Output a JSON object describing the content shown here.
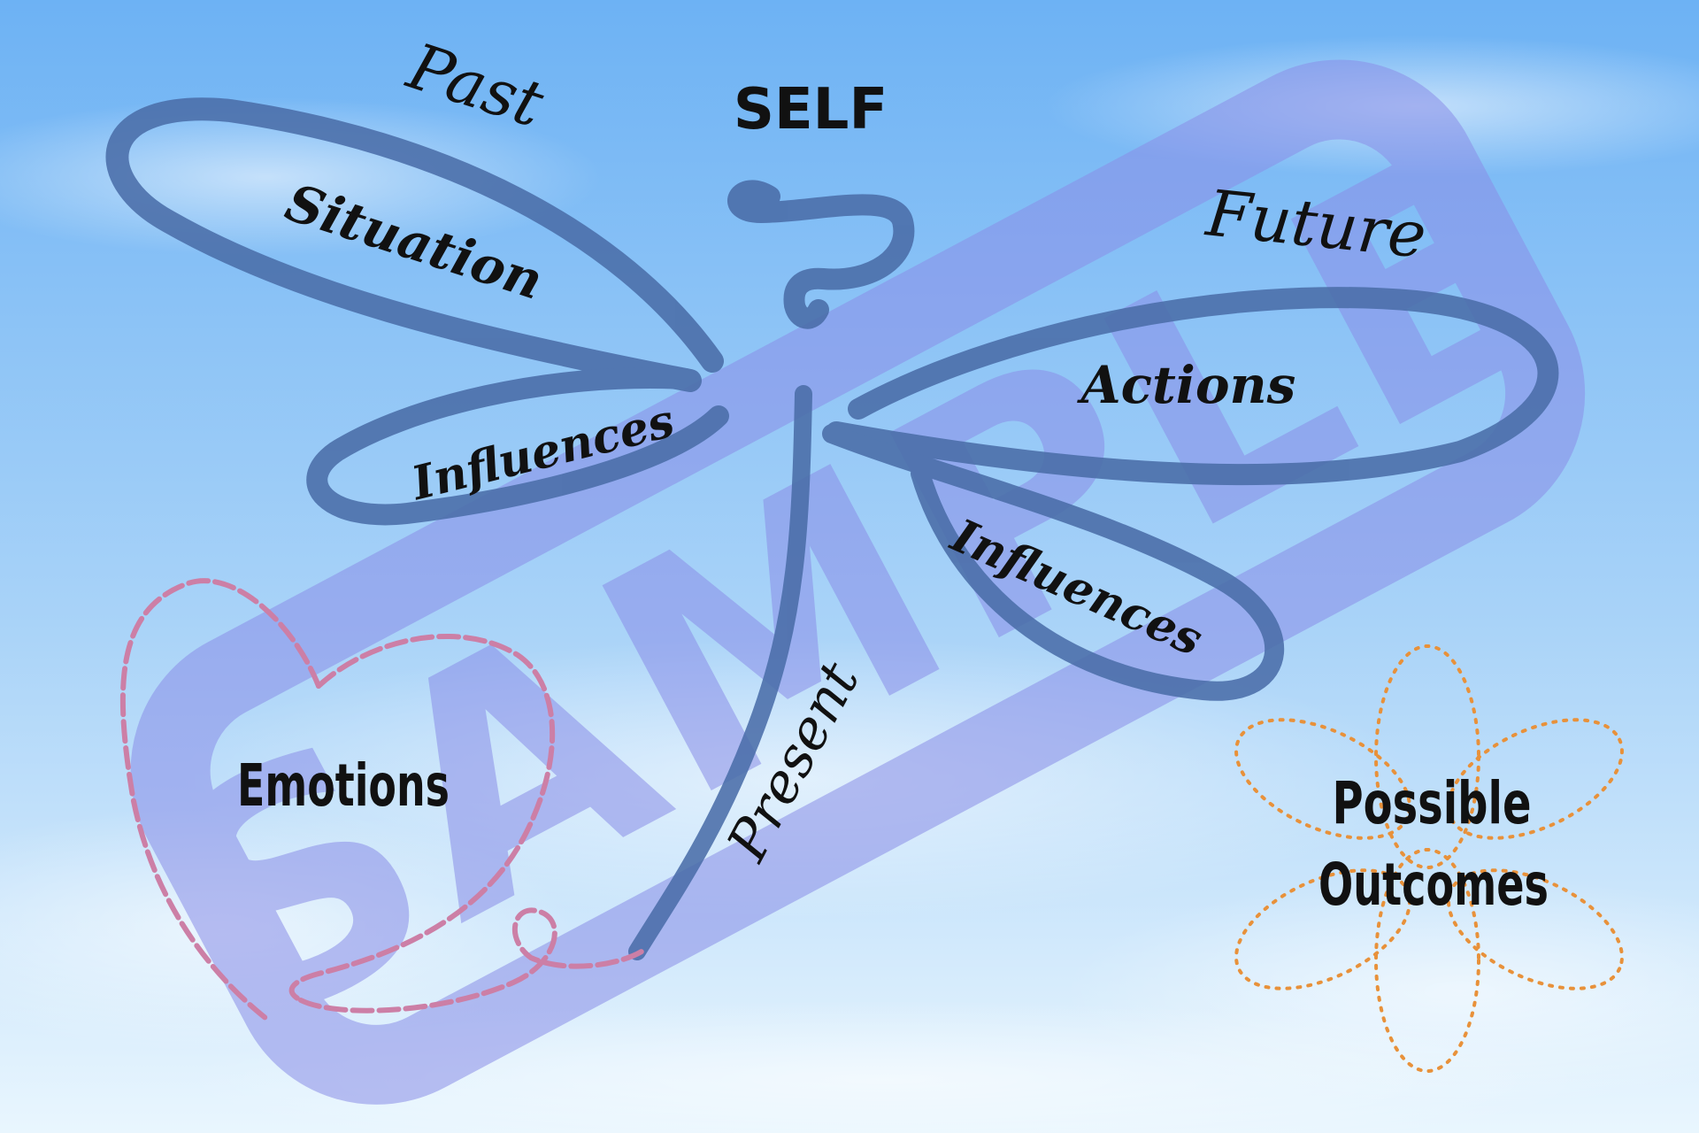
{
  "diagram": {
    "self_label": "SELF",
    "past_label": "Past",
    "future_label": "Future",
    "present_label": "Present",
    "situation_label": "Situation",
    "influences_left_label": "Influences",
    "actions_label": "Actions",
    "influences_right_label": "Influences",
    "emotions_label": "Emotions",
    "outcomes_line1": "Possible",
    "outcomes_line2": "Outcomes",
    "watermark": "SAMPLE"
  },
  "colors": {
    "sky_top": "#6fb4f5",
    "sky_bottom": "#e6f4fd",
    "dragonfly": "#4a6da8",
    "heart": "#cc7fa6",
    "flower": "#e8913a",
    "watermark": "#7f86e6",
    "text": "#111111"
  },
  "icons": {
    "dragonfly": "dragonfly-icon",
    "heart": "heart-icon",
    "flower": "flower-icon",
    "watermark": "sample-stamp-icon"
  }
}
